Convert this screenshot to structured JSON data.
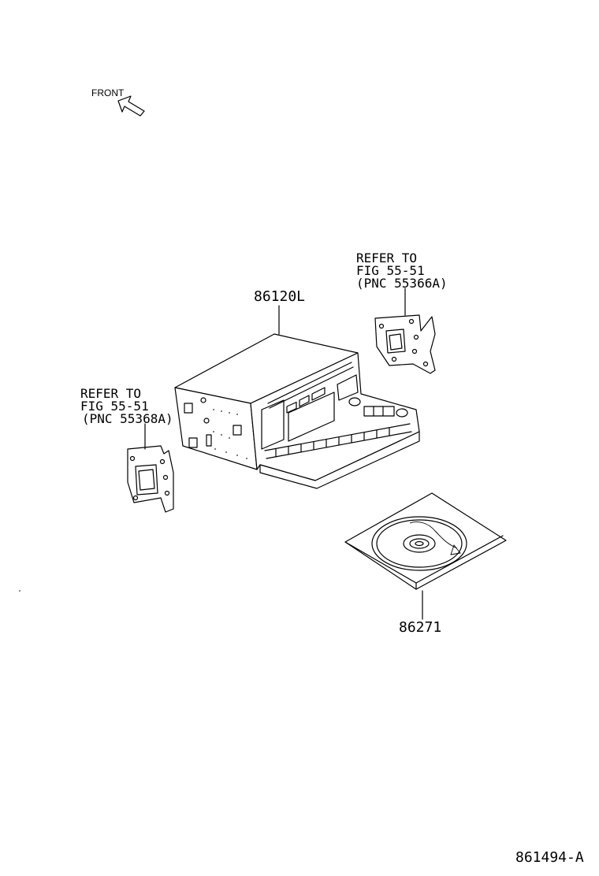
{
  "orientation": {
    "label": "FRONT",
    "icon": "front-arrow-icon"
  },
  "parts": {
    "unit": {
      "number": "86120L"
    },
    "disc": {
      "number": "86271"
    },
    "bracket_right": {
      "lines": [
        "REFER TO",
        "FIG 55-51",
        "(PNC 55366A)"
      ]
    },
    "bracket_left": {
      "lines": [
        "REFER TO",
        "FIG 55-51",
        "(PNC 55368A)"
      ]
    }
  },
  "figure_id": "861494-A"
}
